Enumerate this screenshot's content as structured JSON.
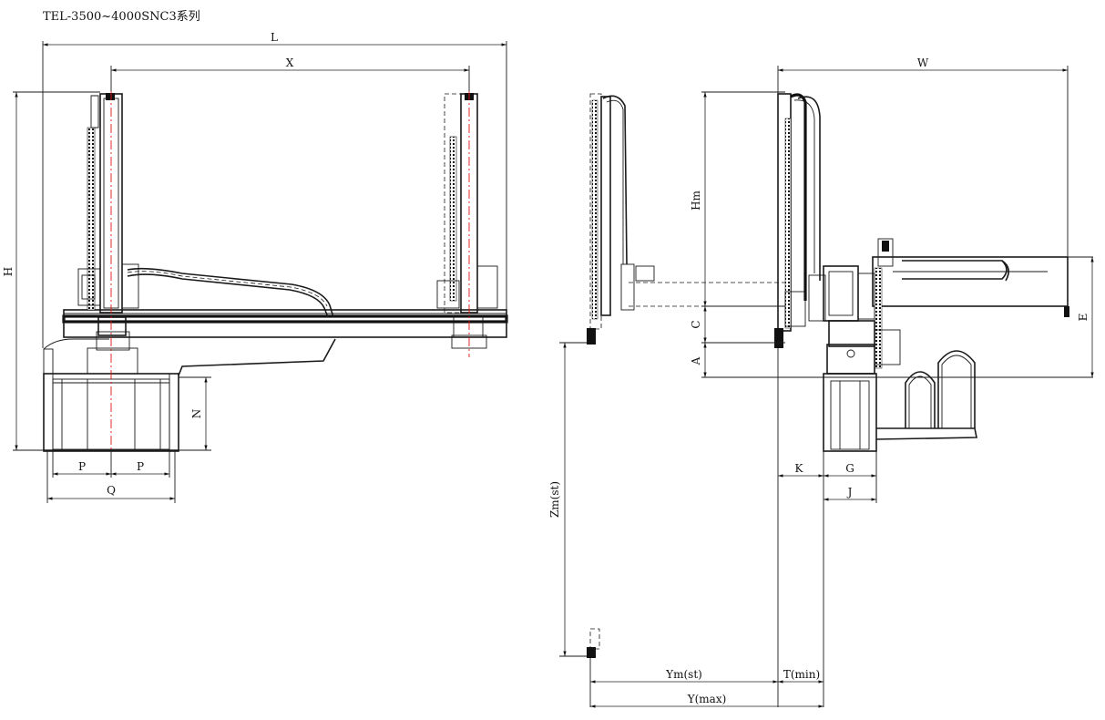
{
  "title": "TEL-3500~4000SNC3系列",
  "dimensions": {
    "L": "L",
    "X": "X",
    "H": "H",
    "N": "N",
    "P": "P",
    "Q": "Q",
    "W": "W",
    "Hm": "Hm",
    "C": "C",
    "A": "A",
    "E": "E",
    "K": "K",
    "G": "G",
    "J": "J",
    "Zm": "Zm(st)",
    "Ym": "Ym(st)",
    "Tmin": "T(min)",
    "Ymax": "Y(max)"
  }
}
